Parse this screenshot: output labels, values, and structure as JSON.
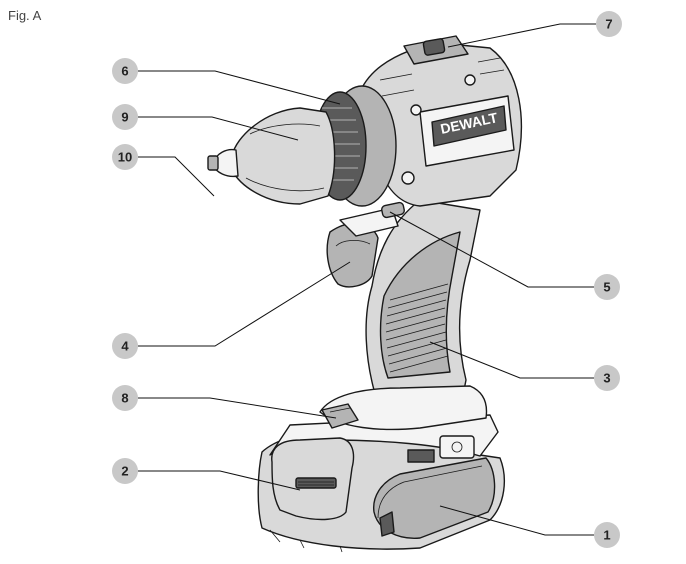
{
  "figure": {
    "label": "Fig. A"
  },
  "brand": {
    "logo_text": "DEWALT"
  },
  "callouts": [
    {
      "number": "1"
    },
    {
      "number": "2"
    },
    {
      "number": "3"
    },
    {
      "number": "4"
    },
    {
      "number": "5"
    },
    {
      "number": "6"
    },
    {
      "number": "7"
    },
    {
      "number": "8"
    },
    {
      "number": "9"
    },
    {
      "number": "10"
    }
  ]
}
